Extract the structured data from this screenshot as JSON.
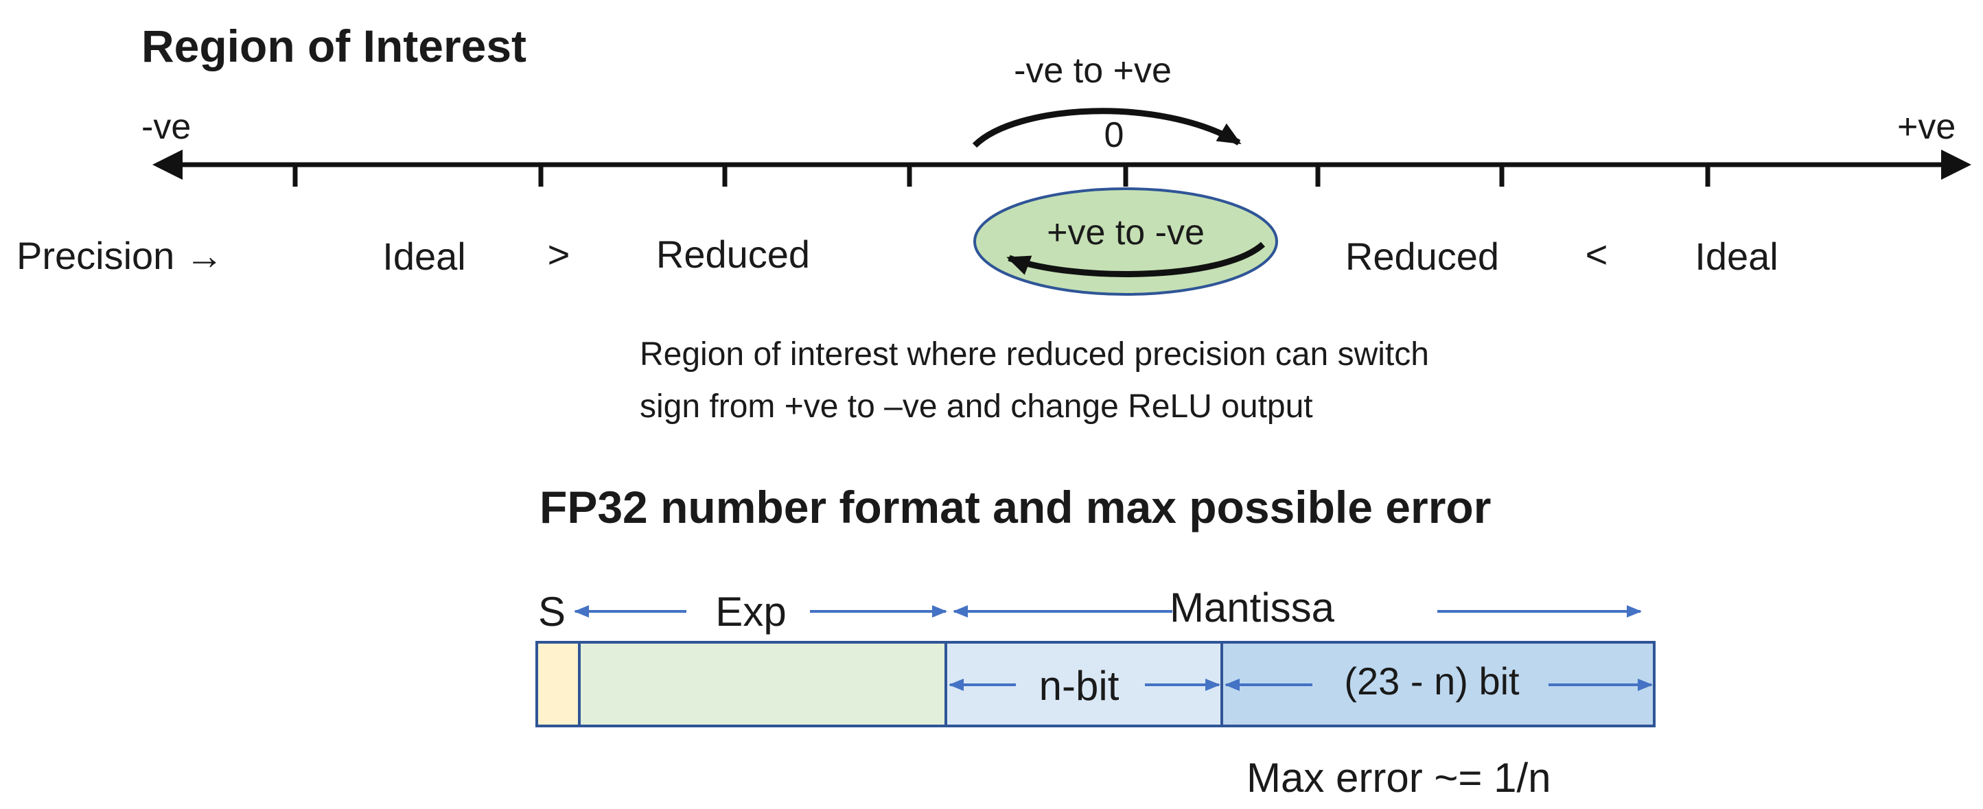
{
  "number_line": {
    "title": "Region of Interest",
    "neg_label": "-ve",
    "pos_label": "+ve",
    "zero_label": "0",
    "top_arrow_label": "-ve to +ve",
    "ellipse_label": "+ve to -ve",
    "precision_label": "Precision →",
    "left_ideal": "Ideal",
    "left_comparator": ">",
    "left_reduced": "Reduced",
    "right_reduced": "Reduced",
    "right_comparator": "<",
    "right_ideal": "Ideal",
    "note_line1": "Region of interest where reduced precision can switch",
    "note_line2": "sign from +ve to –ve and change ReLU output",
    "colors": {
      "line": "#111111",
      "ellipse_fill": "#c5e0b4",
      "ellipse_stroke": "#2f5597"
    }
  },
  "fp32": {
    "title": "FP32 number format and max possible error",
    "sign_label": "S",
    "exp_label": "Exp",
    "mantissa_label": "Mantissa",
    "nbit_label": "n-bit",
    "rest_label": "(23 - n) bit",
    "max_error": "Max error ~= 1/n",
    "colors": {
      "sign": "#fff2cc",
      "exp": "#e2efda",
      "nbit": "#dae8f6",
      "rest": "#bdd7ee",
      "border": "#2f5597",
      "arrow": "#4472c4"
    }
  }
}
